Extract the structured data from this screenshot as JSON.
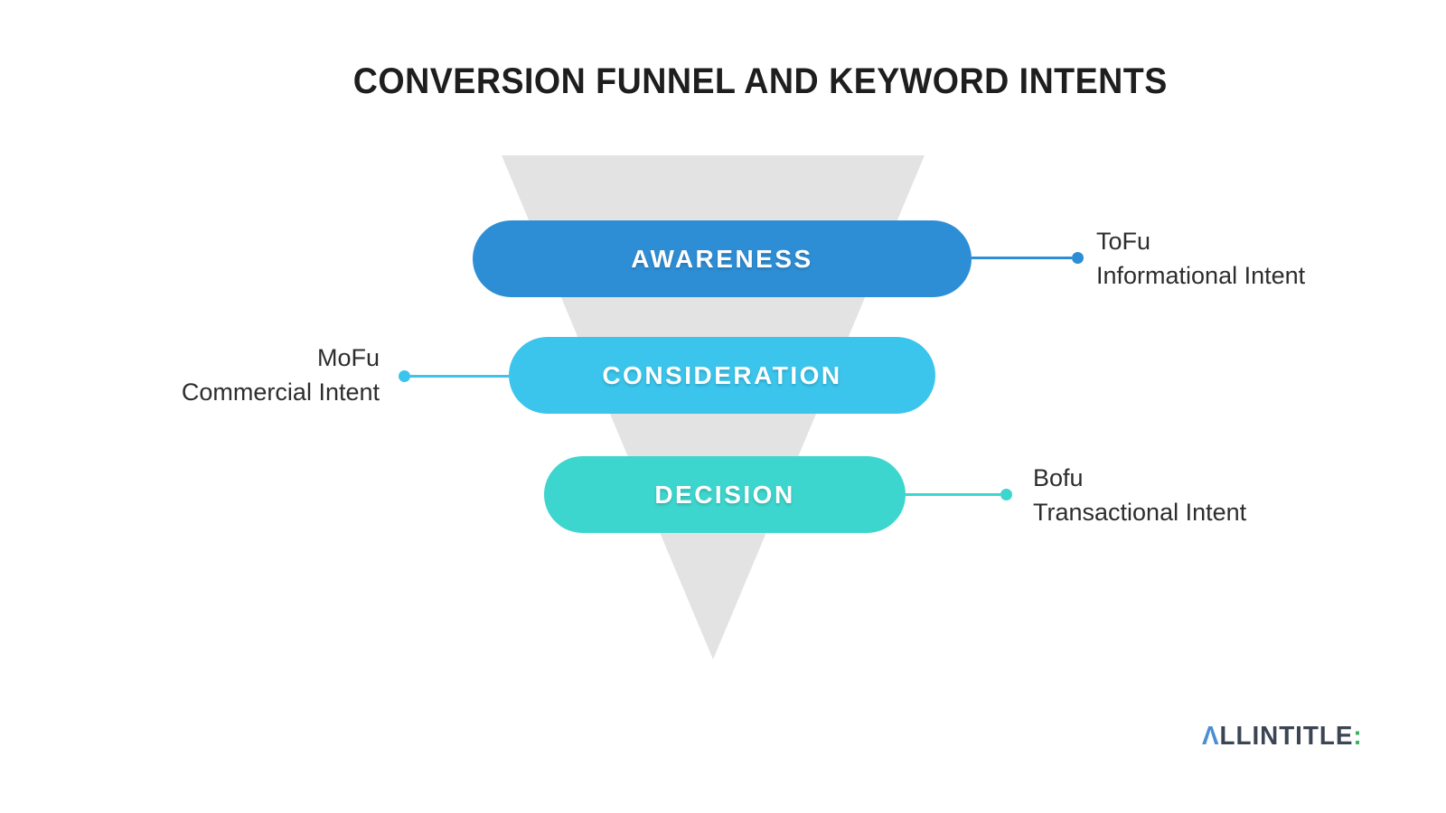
{
  "title": "CONVERSION FUNNEL AND KEYWORD INTENTS",
  "funnel": {
    "triangle_color": "#e3e3e3",
    "stages": [
      {
        "label": "AWARENESS",
        "color": "#2e8ed5"
      },
      {
        "label": "CONSIDERATION",
        "color": "#3bc5ec"
      },
      {
        "label": "DECISION",
        "color": "#3dd6ce"
      }
    ]
  },
  "callouts": [
    {
      "stage": "AWARENESS",
      "side": "right",
      "line1": "ToFu",
      "line2": "Informational Intent",
      "line_color": "#2e8ed5"
    },
    {
      "stage": "CONSIDERATION",
      "side": "left",
      "line1": "MoFu",
      "line2": "Commercial Intent",
      "line_color": "#3bc5ec"
    },
    {
      "stage": "DECISION",
      "side": "right",
      "line1": "Bofu",
      "line2": "Transactional Intent",
      "line_color": "#3dd6ce"
    }
  ],
  "logo": {
    "prefix": "Λ",
    "body": "LLINTITLE",
    "colon": ":",
    "prefix_color": "#4a8fd4",
    "body_color": "#3b4554",
    "colon_color": "#36b45c"
  }
}
